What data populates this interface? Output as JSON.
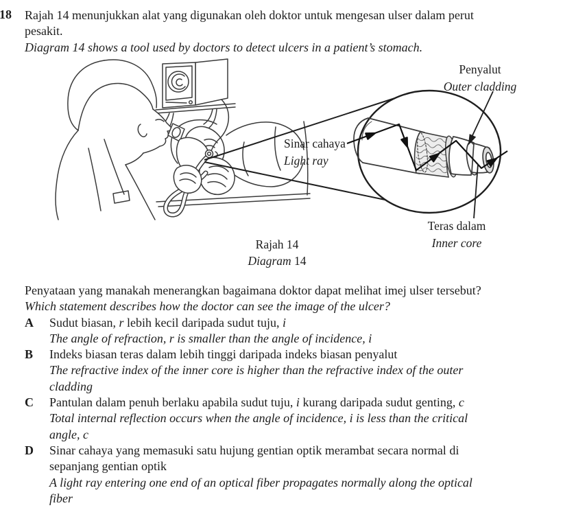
{
  "colors": {
    "ink": "#1d1d1d",
    "paper": "#ffffff",
    "line_art": "#3a3a3a"
  },
  "page": {
    "question_number": "18",
    "intro": {
      "ms_line1": "Rajah 14 menunjukkan alat yang digunakan oleh doktor untuk mengesan ulser dalam perut",
      "ms_line2": "pesakit.",
      "en": "Diagram 14 shows a tool used by doctors to detect ulcers in a patient’s stomach."
    },
    "diagram": {
      "labels": {
        "outer_cladding": {
          "ms": "Penyalut",
          "en": "Outer cladding"
        },
        "light_ray": {
          "ms": "Sinar cahaya",
          "en": "Light ray"
        },
        "inner_core": {
          "ms": "Teras dalam",
          "en": "Inner core"
        }
      },
      "caption": {
        "ms": "Rajah 14",
        "en_parts": [
          {
            "text": "Diagram",
            "italic": true
          },
          {
            "text": " 14",
            "italic": false
          }
        ]
      }
    },
    "question": {
      "ms": "Penyataan yang manakah menerangkan bagaimana doktor dapat melihat imej ulser tersebut?",
      "en": "Which statement describes how the doctor can see the image of the ulcer?"
    },
    "options": [
      {
        "label": "A",
        "ms_lines": [
          [
            {
              "text": "Sudut biasan, ",
              "italic": false
            },
            {
              "text": "r",
              "italic": true
            },
            {
              "text": " lebih kecil daripada sudut tuju, ",
              "italic": false
            },
            {
              "text": "i",
              "italic": true
            }
          ]
        ],
        "en_lines": [
          "The angle of refraction, r is smaller than the angle of incidence, i"
        ]
      },
      {
        "label": "B",
        "ms_lines": [
          [
            {
              "text": "Indeks biasan teras dalam lebih tinggi daripada indeks biasan penyalut",
              "italic": false
            }
          ]
        ],
        "en_lines": [
          "The refractive index of the inner core is higher than the refractive index of the outer",
          "cladding"
        ]
      },
      {
        "label": "C",
        "ms_lines": [
          [
            {
              "text": "Pantulan dalam penuh berlaku apabila sudut tuju, ",
              "italic": false
            },
            {
              "text": "i",
              "italic": true
            },
            {
              "text": " kurang daripada sudut genting, ",
              "italic": false
            },
            {
              "text": "c",
              "italic": true
            }
          ]
        ],
        "en_lines": [
          "Total internal reflection occurs when the angle of incidence, i is less than the critical",
          "angle, c"
        ]
      },
      {
        "label": "D",
        "ms_lines": [
          [
            {
              "text": "Sinar cahaya yang memasuki satu hujung gentian optik merambat secara normal di",
              "italic": false
            }
          ],
          [
            {
              "text": "sepanjang gentian optik",
              "italic": false
            }
          ]
        ],
        "en_lines": [
          "A light ray entering one end of an optical fiber propagates normally along the optical",
          "fiber"
        ]
      }
    ]
  }
}
